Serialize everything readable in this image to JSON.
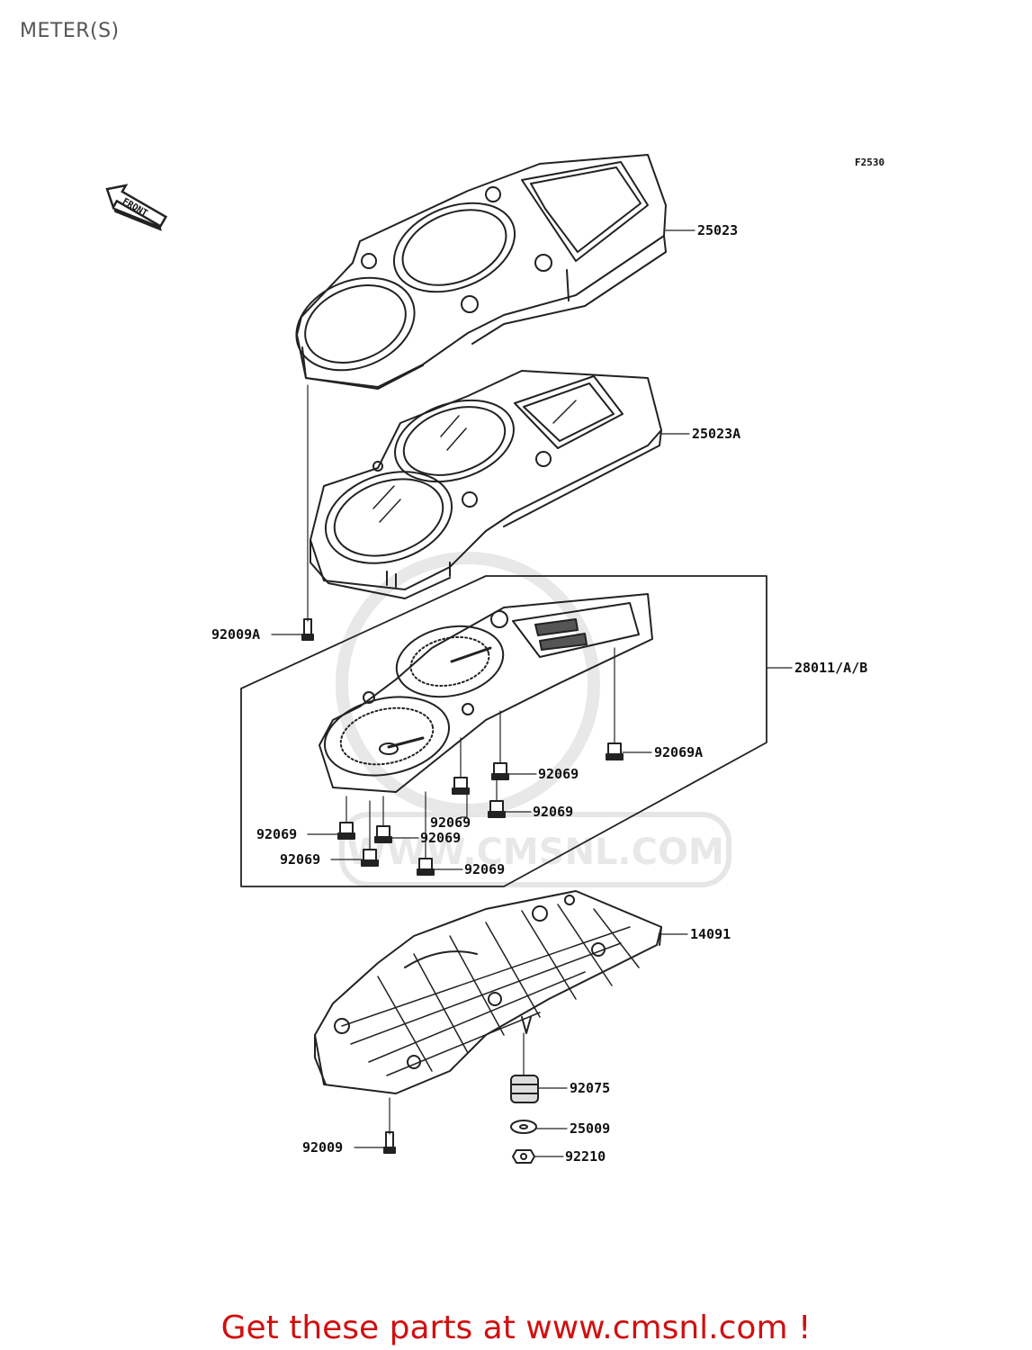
{
  "page": {
    "title": "METER(S)"
  },
  "diagram": {
    "figure_code": "F2530",
    "front_marker": "FRONT",
    "watermark": "WWW.CMSNL.COM",
    "callouts": [
      {
        "id": "c1",
        "label": "25023"
      },
      {
        "id": "c2",
        "label": "25023A"
      },
      {
        "id": "c3",
        "label": "92009A"
      },
      {
        "id": "c4",
        "label": "28011/A/B"
      },
      {
        "id": "c5",
        "label": "92069A"
      },
      {
        "id": "c6",
        "label": "92069"
      },
      {
        "id": "c7",
        "label": "92069"
      },
      {
        "id": "c8",
        "label": "92069"
      },
      {
        "id": "c9",
        "label": "92069"
      },
      {
        "id": "c10",
        "label": "92069"
      },
      {
        "id": "c11",
        "label": "92069"
      },
      {
        "id": "c12",
        "label": "92069"
      },
      {
        "id": "c13",
        "label": "14091"
      },
      {
        "id": "c14",
        "label": "92075"
      },
      {
        "id": "c15",
        "label": "25009"
      },
      {
        "id": "c16",
        "label": "92210"
      },
      {
        "id": "c17",
        "label": "92009"
      }
    ]
  },
  "footer": {
    "cta_text": "Get these parts at www.cmsnl.com !"
  },
  "colors": {
    "line": "#222222",
    "cta": "#d01010",
    "watermark": "#e6e6e6"
  }
}
